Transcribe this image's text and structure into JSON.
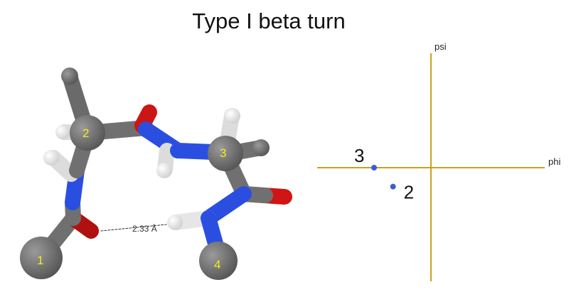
{
  "title": "Type I beta turn",
  "molecule": {
    "residue_labels": [
      "1",
      "2",
      "3",
      "4"
    ],
    "hbond_label": "2.33 Å",
    "colors": {
      "carbon": "#6e6e6e",
      "nitrogen": "#2a4fe0",
      "oxygen": "#d01515",
      "hydrogen": "#f2f2f2",
      "label": "#f2ee1a"
    }
  },
  "chart_data": {
    "type": "scatter",
    "title": "",
    "xlabel": "phi",
    "ylabel": "psi",
    "xlim": [
      -180,
      180
    ],
    "ylim": [
      -180,
      180
    ],
    "grid": false,
    "axis_color": "#c9a21a",
    "point_color": "#3a5bd9",
    "points": [
      {
        "label": "3",
        "phi": -90,
        "psi": 0
      },
      {
        "label": "2",
        "phi": -60,
        "psi": -30
      }
    ]
  }
}
